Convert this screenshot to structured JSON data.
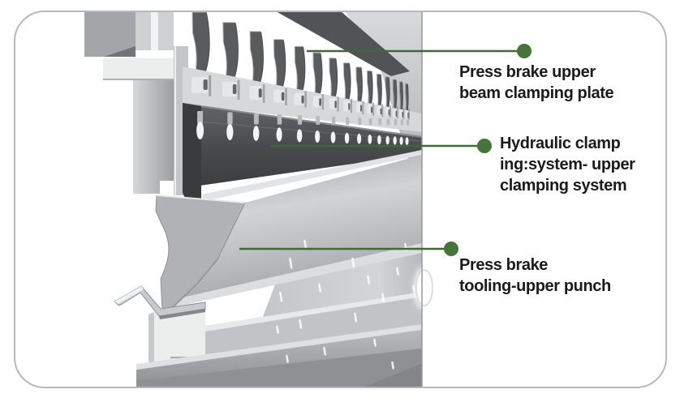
{
  "figure": {
    "name": "press-brake-upper-beam-diagram",
    "colors": {
      "leader_green": "#3e6b33",
      "dot_green": "#46743a",
      "label_text": "#1b1b1b",
      "border_gray": "#b7b8ba"
    },
    "labels": [
      {
        "id": "clamping-plate",
        "lines": [
          "Press brake upper",
          "beam clamping plate"
        ]
      },
      {
        "id": "hydraulic-clamping",
        "lines": [
          "Hydraulic clamp",
          "ing:system- upper",
          "clamping system"
        ]
      },
      {
        "id": "upper-punch",
        "lines": [
          "Press brake",
          "tooling-upper punch"
        ]
      }
    ]
  }
}
